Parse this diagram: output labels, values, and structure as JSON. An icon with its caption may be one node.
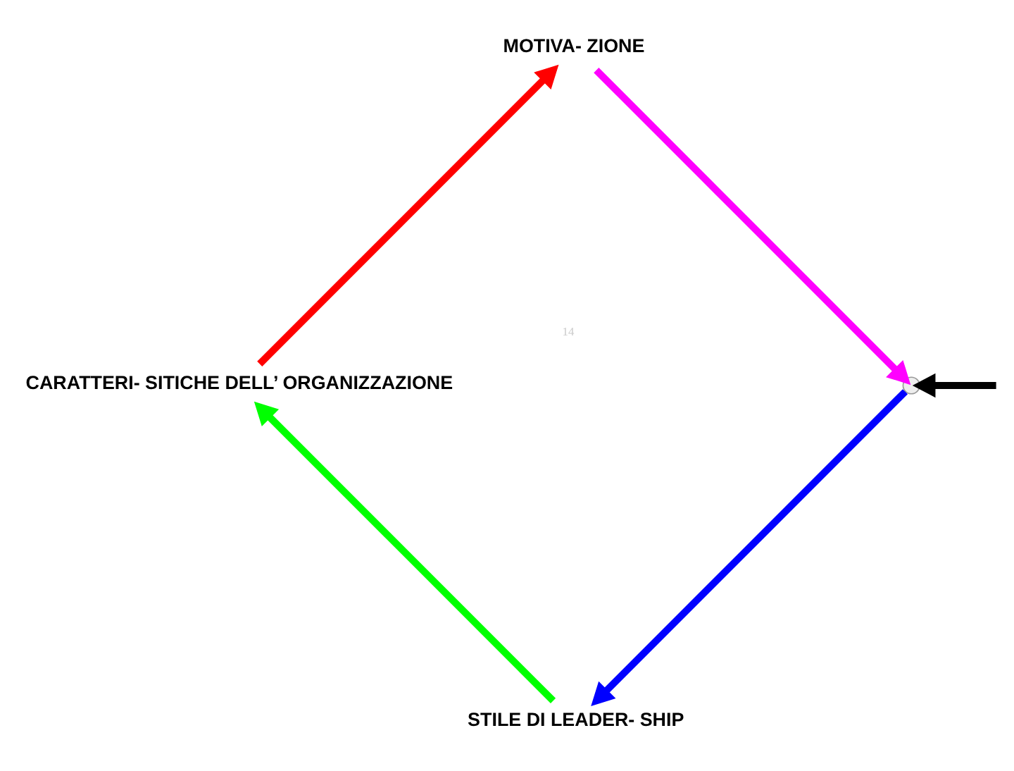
{
  "diagram": {
    "nodes": [
      {
        "text": [
          "MOTIVA- ZIONE"
        ]
      },
      {
        "text": [],
        "shape": "circle"
      },
      {
        "text": [
          "STILE DI LEADER- SHIP"
        ]
      },
      {
        "text": [
          "CARATTERI- SITICHE DELL’ ORGANIZZAZIONE"
        ]
      }
    ],
    "edges": [
      {
        "from": 0,
        "to": 1,
        "arrow": "to",
        "color": "#ff00ff"
      },
      {
        "from": 1,
        "to": 2,
        "arrow": "to",
        "color": "#0000ff"
      },
      {
        "from": 2,
        "to": 3,
        "arrow": "to",
        "color": "#00ff00"
      },
      {
        "from": 3,
        "to": 0,
        "arrow": "to",
        "color": "#ff0000"
      },
      {
        "from": null,
        "to": 1,
        "arrow": "to",
        "color": "#000000"
      }
    ],
    "labels": [
      "14"
    ]
  }
}
